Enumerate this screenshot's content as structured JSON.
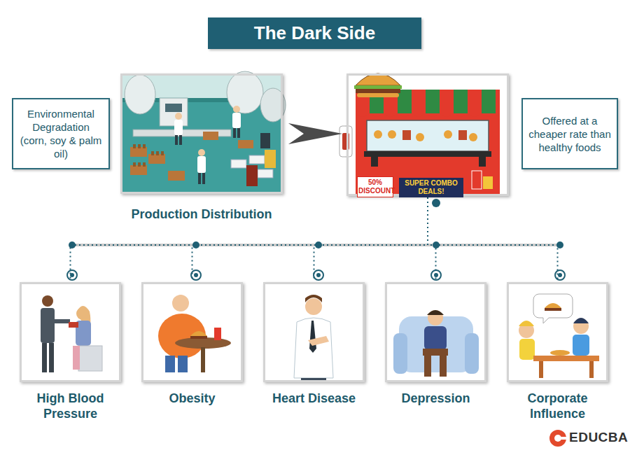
{
  "diagram": {
    "title": "The Dark Side",
    "nodes": [
      {
        "text": [
          "Environmental Degradation (corn, soy & palm oil)"
        ]
      },
      {
        "text": [
          "Production Distribution"
        ]
      },
      {
        "text": [
          "50% DISCOUNT",
          "SUPER COMBO DEALS!"
        ]
      },
      {
        "text": [
          "Offered at a cheaper rate than healthy foods"
        ]
      },
      {
        "text": [
          "High Blood Pressure"
        ]
      },
      {
        "text": [
          "Obesity"
        ]
      },
      {
        "text": [
          "Heart Disease"
        ]
      },
      {
        "text": [
          "Depression"
        ]
      },
      {
        "text": [
          "Corporate Influence"
        ]
      }
    ],
    "edges": [
      {
        "from": 1,
        "to": 2,
        "arrow": "to"
      },
      {
        "from": 2,
        "to": 4,
        "arrow": "none"
      },
      {
        "from": 2,
        "to": 5,
        "arrow": "none"
      },
      {
        "from": 2,
        "to": 6,
        "arrow": "none"
      },
      {
        "from": 2,
        "to": 7,
        "arrow": "none"
      },
      {
        "from": 2,
        "to": 8,
        "arrow": "none"
      }
    ],
    "labels": [
      "EDUCBA"
    ]
  }
}
